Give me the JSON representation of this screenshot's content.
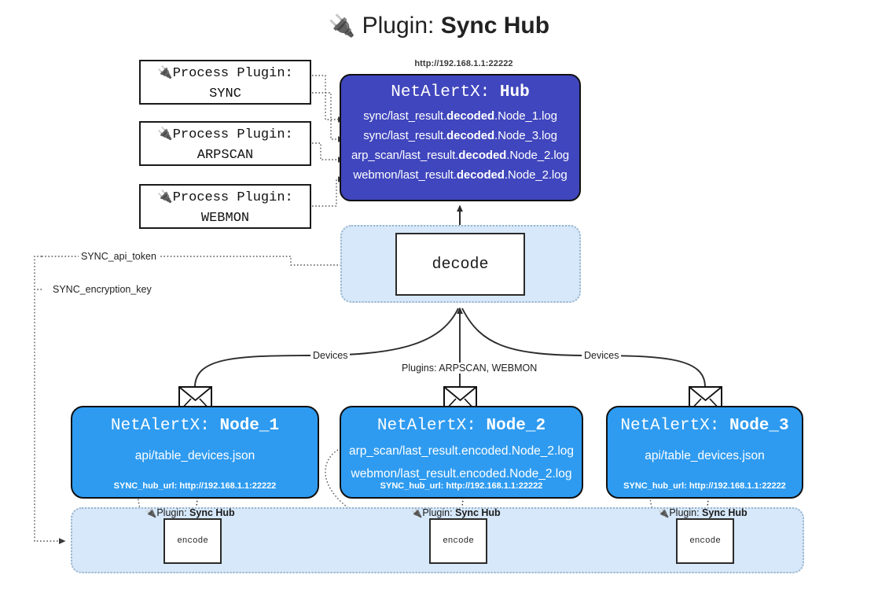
{
  "title": {
    "icon": "plug-icon",
    "prefix": "Plugin:",
    "name": "Sync Hub"
  },
  "process_plugins": [
    {
      "icon": "plug-icon",
      "line1": "Process Plugin:",
      "line2": "SYNC"
    },
    {
      "icon": "plug-icon",
      "line1": "Process Plugin:",
      "line2": "ARPSCAN"
    },
    {
      "icon": "plug-icon",
      "line1": "Process Plugin:",
      "line2": "WEBMON"
    }
  ],
  "hub": {
    "url": "http://192.168.1.1:22222",
    "title_prefix": "NetAlertX:",
    "title_name": "Hub",
    "logs": [
      {
        "pre": "sync/last_result.",
        "bold": "decoded",
        "post": ".Node_1.log"
      },
      {
        "pre": "sync/last_result.",
        "bold": "decoded",
        "post": ".Node_3.log"
      },
      {
        "pre": "arp_scan/last_result.",
        "bold": "decoded",
        "post": ".Node_2.log"
      },
      {
        "pre": "webmon/last_result.",
        "bold": "decoded",
        "post": ".Node_2.log"
      }
    ]
  },
  "decode": {
    "label": "decode"
  },
  "edge_labels": {
    "api_token": "SYNC_api_token",
    "encryption_key": "SYNC_encryption_key",
    "devices_left": "Devices",
    "devices_right": "Devices",
    "plugins_middle": "Plugins: ARPSCAN, WEBMON"
  },
  "nodes": [
    {
      "title_prefix": "NetAlertX:",
      "title_name": "Node_1",
      "lines": [
        "api/table_devices.json"
      ],
      "hub_url": "SYNC_hub_url: http://192.168.1.1:22222"
    },
    {
      "title_prefix": "NetAlertX:",
      "title_name": "Node_2",
      "lines": [
        "arp_scan/last_result.encoded.Node_2.log",
        "webmon/last_result.encoded.Node_2.log"
      ],
      "hub_url": "SYNC_hub_url: http://192.168.1.1:22222"
    },
    {
      "title_prefix": "NetAlertX:",
      "title_name": "Node_3",
      "lines": [
        "api/table_devices.json"
      ],
      "hub_url": "SYNC_hub_url: http://192.168.1.1:22222"
    }
  ],
  "encode_group": {
    "plugin_prefix": "Plugin:",
    "plugin_name": "Sync Hub",
    "box_label": "encode",
    "items": [
      {
        "label": "encode"
      },
      {
        "label": "encode"
      },
      {
        "label": "encode"
      }
    ]
  },
  "colors": {
    "hub_fill": "#4046bd",
    "node_fill": "#2e9bf0",
    "group_fill": "#d6e8fa",
    "group_border": "#9bb4c9",
    "stroke": "#2b2b2b",
    "background": "#ffffff"
  }
}
